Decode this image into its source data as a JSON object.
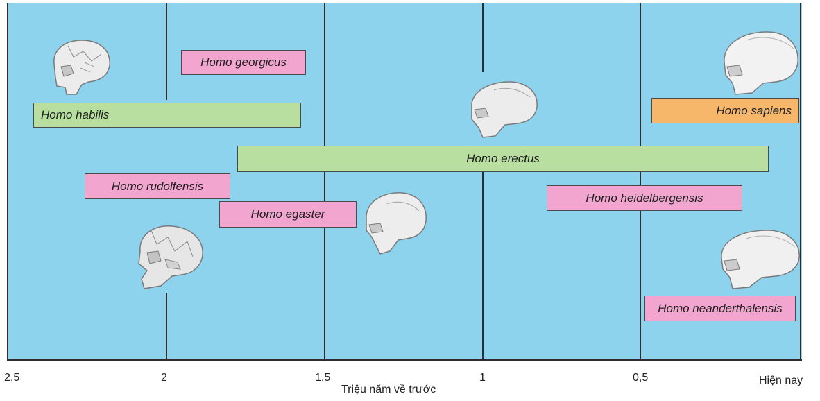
{
  "axis": {
    "ticks": [
      "2,5",
      "2",
      "1,5",
      "1",
      "0,5",
      "Hiện nay"
    ],
    "title": "Triệu năm về trước"
  },
  "species": {
    "habilis": "Homo habilis",
    "georgicus": "Homo georgicus",
    "rudolfensis": "Homo rudolfensis",
    "egaster": "Homo egaster",
    "erectus": "Homo erectus",
    "heidelbergensis": "Homo heidelbergensis",
    "sapiens": "Homo sapiens",
    "neanderthalensis": "Homo neanderthalensis"
  },
  "colors": {
    "background": "#8dd3ee",
    "range_green": "#b8dfa0",
    "label_pink": "#f2a6cf",
    "sapiens_orange": "#f7b76a"
  }
}
